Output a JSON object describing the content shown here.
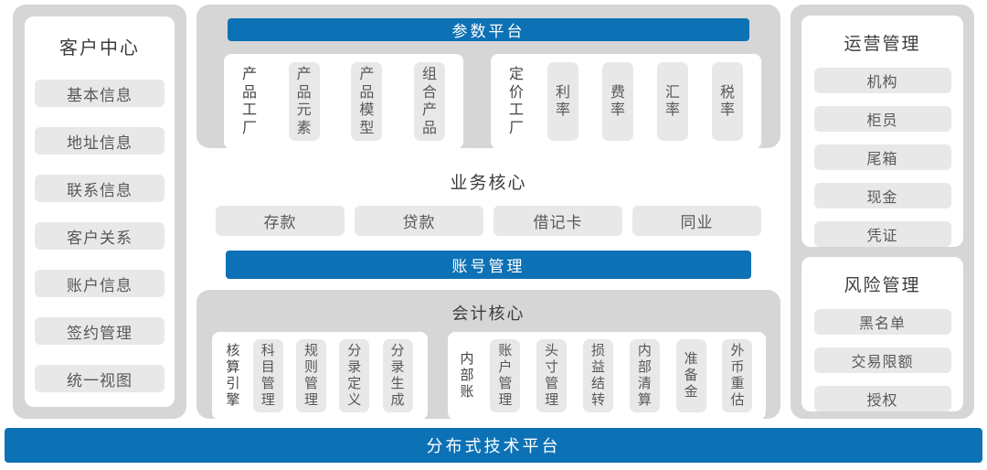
{
  "colors": {
    "accent_blue": "#0d71b5",
    "container_gray": "#d6d6d6",
    "chip_gray": "#e8e8e8",
    "title_text": "#3c3c3c",
    "chip_text": "#585858",
    "box_white": "#ffffff"
  },
  "left_panel": {
    "title": "客户中心",
    "items": [
      "基本信息",
      "地址信息",
      "联系信息",
      "客户关系",
      "账户信息",
      "签约管理",
      "统一视图"
    ]
  },
  "middle": {
    "param_platform": {
      "title": "参数平台",
      "groups": [
        {
          "label": "产品工厂",
          "items": [
            "产品元素",
            "产品模型",
            "组合产品"
          ]
        },
        {
          "label": "定价工厂",
          "items": [
            "利率",
            "费率",
            "汇率",
            "税率"
          ]
        }
      ]
    },
    "business_core": {
      "title": "业务核心",
      "items": [
        "存款",
        "贷款",
        "借记卡",
        "同业"
      ]
    },
    "account_mgmt": {
      "title": "账号管理"
    },
    "accounting_core": {
      "title": "会计核心",
      "groups": [
        {
          "label": "核算引擎",
          "items": [
            "科目管理",
            "规则管理",
            "分录定义",
            "分录生成"
          ]
        },
        {
          "label": "内部账",
          "items": [
            "账户管理",
            "头寸管理",
            "损益结转",
            "内部清算",
            "准备金",
            "外币重估"
          ]
        }
      ]
    }
  },
  "right_panels": [
    {
      "title": "运营管理",
      "items": [
        "机构",
        "柜员",
        "尾箱",
        "现金",
        "凭证"
      ]
    },
    {
      "title": "风险管理",
      "items": [
        "黑名单",
        "交易限额",
        "授权"
      ]
    }
  ],
  "bottom_bar": {
    "title": "分布式技术平台"
  }
}
